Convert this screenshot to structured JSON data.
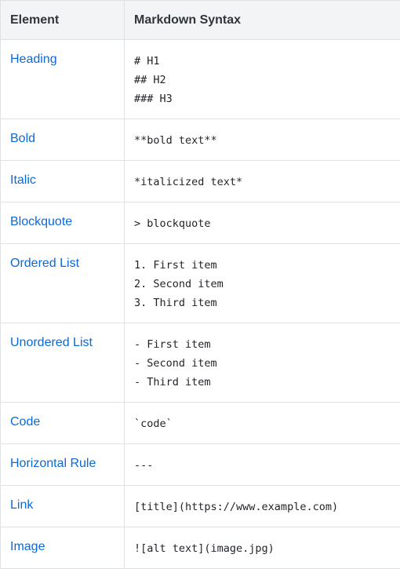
{
  "table": {
    "headers": [
      "Element",
      "Markdown Syntax"
    ],
    "rows": [
      {
        "element": "Heading",
        "syntax": [
          "# H1",
          "## H2",
          "### H3"
        ]
      },
      {
        "element": "Bold",
        "syntax": [
          "**bold text**"
        ]
      },
      {
        "element": "Italic",
        "syntax": [
          "*italicized text*"
        ]
      },
      {
        "element": "Blockquote",
        "syntax": [
          "> blockquote"
        ]
      },
      {
        "element": "Ordered List",
        "syntax": [
          "1. First item",
          "2. Second item",
          "3. Third item"
        ]
      },
      {
        "element": "Unordered List",
        "syntax": [
          "- First item",
          "- Second item",
          "- Third item"
        ]
      },
      {
        "element": "Code",
        "syntax": [
          "`code`"
        ]
      },
      {
        "element": "Horizontal Rule",
        "syntax": [
          "---"
        ]
      },
      {
        "element": "Link",
        "syntax": [
          "[title](https://www.example.com)"
        ]
      },
      {
        "element": "Image",
        "syntax": [
          "![alt text](image.jpg)"
        ]
      }
    ]
  },
  "colors": {
    "link": "#0a69da",
    "header_bg": "#f3f4f6",
    "border": "#dfe2e5",
    "text": "#1f2328"
  }
}
